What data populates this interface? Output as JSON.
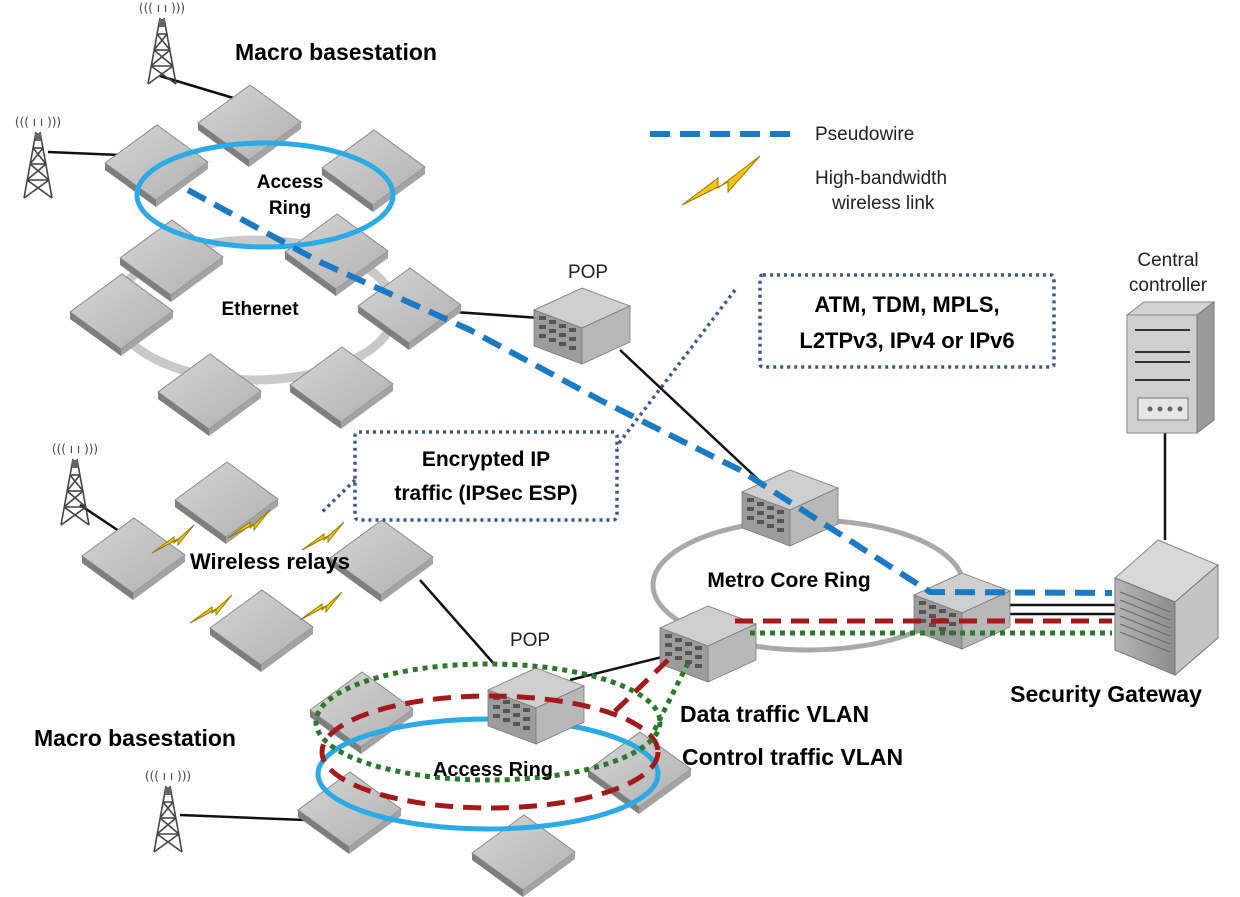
{
  "labels": {
    "macro_top": "Macro basestation",
    "macro_bottom": "Macro basestation",
    "access_ring_top_1": "Access",
    "access_ring_top_2": "Ring",
    "ethernet": "Ethernet",
    "pop_top": "POP",
    "pop_bottom": "POP",
    "metro_core_ring": "Metro Core Ring",
    "wireless_relays": "Wireless relays",
    "access_ring_bottom": "Access Ring",
    "central_controller_1": "Central",
    "central_controller_2": "controller",
    "security_gateway": "Security Gateway",
    "data_vlan": "Data traffic VLAN",
    "control_vlan": "Control traffic VLAN"
  },
  "callouts": {
    "protocols_line1": "ATM, TDM, MPLS,",
    "protocols_line2": "L2TPv3, IPv4 or IPv6",
    "encrypted_line1": "Encrypted IP",
    "encrypted_line2": "traffic (IPSec ESP)"
  },
  "legend": {
    "pseudowire": "Pseudowire",
    "wireless_line1": "High-bandwidth",
    "wireless_line2": "wireless link"
  },
  "icons": {
    "tower": "radio-tower-icon",
    "switch": "network-switch-icon",
    "router": "router-icon",
    "server": "server-icon",
    "lightning": "lightning-bolt-icon"
  },
  "colors": {
    "pseudowire": "#1a7ac4",
    "access_ring": "#2aaae6",
    "data_vlan": "#a4191c",
    "control_vlan": "#2a7a2a",
    "callout_border": "#3a5a8a",
    "lightning": "#f3c316",
    "device_top": "#c8c8c8"
  }
}
